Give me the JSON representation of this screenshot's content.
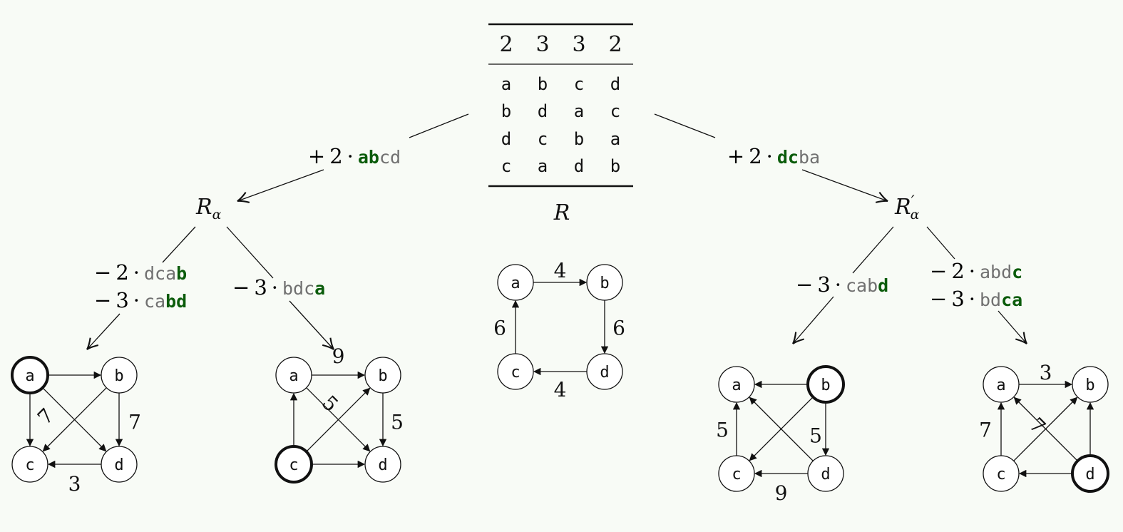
{
  "root_label": "R",
  "table": {
    "header": [
      "2",
      "3",
      "3",
      "2"
    ],
    "rows": [
      [
        "a",
        "b",
        "c",
        "d"
      ],
      [
        "b",
        "d",
        "a",
        "c"
      ],
      [
        "d",
        "c",
        "b",
        "a"
      ],
      [
        "c",
        "a",
        "d",
        "b"
      ]
    ]
  },
  "colors": {
    "highlight": "#0b5c0b",
    "dimmed": "#707070",
    "ink": "#111111"
  },
  "branches": {
    "left": {
      "operation": {
        "sign": "+",
        "coef": "2",
        "bold": "ab",
        "rest": "cd"
      },
      "node_label": "R",
      "node_subscript": "α",
      "node_prime": ""
    },
    "right": {
      "operation": {
        "sign": "+",
        "coef": "2",
        "bold": "dc",
        "rest": "ba"
      },
      "node_label": "R",
      "node_subscript": "α",
      "node_prime": "′"
    }
  },
  "sub_operations": [
    {
      "lines": [
        {
          "sign": "−",
          "coef": "2",
          "dim": "dca",
          "bold": "b",
          "tail": ""
        },
        {
          "sign": "−",
          "coef": "3",
          "dim": "ca",
          "bold": "bd",
          "tail": ""
        }
      ]
    },
    {
      "lines": [
        {
          "sign": "−",
          "coef": "3",
          "dim": "bdc",
          "bold": "a",
          "tail": ""
        }
      ]
    },
    {
      "lines": [
        {
          "sign": "−",
          "coef": "3",
          "dim": "cab",
          "bold": "d",
          "tail": ""
        }
      ]
    },
    {
      "lines": [
        {
          "sign": "−",
          "coef": "2",
          "dim": "abd",
          "bold": "c",
          "tail": ""
        },
        {
          "sign": "−",
          "coef": "3",
          "dim": "bd",
          "bold": "ca",
          "tail": ""
        }
      ]
    }
  ],
  "graphs": [
    {
      "name": "graph-root",
      "nodes": [
        "a",
        "b",
        "c",
        "d"
      ],
      "source": "",
      "edges": [
        {
          "from": "a",
          "to": "b",
          "weight": "4"
        },
        {
          "from": "b",
          "to": "d",
          "weight": "6"
        },
        {
          "from": "d",
          "to": "c",
          "weight": "4"
        },
        {
          "from": "c",
          "to": "a",
          "weight": "6"
        }
      ]
    },
    {
      "name": "graph-left-1",
      "nodes": [
        "a",
        "b",
        "c",
        "d"
      ],
      "source": "a",
      "edges": [
        {
          "from": "a",
          "to": "b",
          "weight": ""
        },
        {
          "from": "a",
          "to": "c",
          "weight": ""
        },
        {
          "from": "a",
          "to": "d",
          "weight": ""
        },
        {
          "from": "b",
          "to": "c",
          "weight": "7"
        },
        {
          "from": "b",
          "to": "d",
          "weight": "7"
        },
        {
          "from": "d",
          "to": "c",
          "weight": "3"
        }
      ]
    },
    {
      "name": "graph-left-2",
      "nodes": [
        "a",
        "b",
        "c",
        "d"
      ],
      "source": "c",
      "edges": [
        {
          "from": "a",
          "to": "b",
          "weight": "9"
        },
        {
          "from": "a",
          "to": "d",
          "weight": "5"
        },
        {
          "from": "b",
          "to": "d",
          "weight": "5"
        },
        {
          "from": "c",
          "to": "a",
          "weight": ""
        },
        {
          "from": "c",
          "to": "b",
          "weight": ""
        },
        {
          "from": "c",
          "to": "d",
          "weight": ""
        }
      ]
    },
    {
      "name": "graph-right-1",
      "nodes": [
        "a",
        "b",
        "c",
        "d"
      ],
      "source": "b",
      "edges": [
        {
          "from": "b",
          "to": "a",
          "weight": ""
        },
        {
          "from": "b",
          "to": "c",
          "weight": ""
        },
        {
          "from": "b",
          "to": "d",
          "weight": "5"
        },
        {
          "from": "c",
          "to": "a",
          "weight": "5"
        },
        {
          "from": "d",
          "to": "a",
          "weight": ""
        },
        {
          "from": "d",
          "to": "c",
          "weight": "9"
        }
      ]
    },
    {
      "name": "graph-right-2",
      "nodes": [
        "a",
        "b",
        "c",
        "d"
      ],
      "source": "d",
      "edges": [
        {
          "from": "a",
          "to": "b",
          "weight": "3"
        },
        {
          "from": "c",
          "to": "a",
          "weight": "7"
        },
        {
          "from": "c",
          "to": "b",
          "weight": ""
        },
        {
          "from": "d",
          "to": "a",
          "weight": "7"
        },
        {
          "from": "d",
          "to": "b",
          "weight": ""
        },
        {
          "from": "d",
          "to": "c",
          "weight": ""
        }
      ]
    }
  ]
}
